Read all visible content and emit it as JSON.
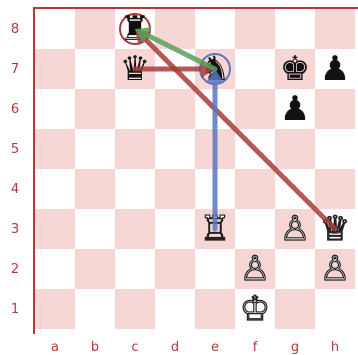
{
  "board": {
    "ranks": [
      "8",
      "7",
      "6",
      "5",
      "4",
      "3",
      "2",
      "1"
    ],
    "files": [
      "a",
      "b",
      "c",
      "d",
      "e",
      "f",
      "g",
      "h"
    ],
    "orientation": "white-bottom",
    "colors": {
      "light": "#ffffff",
      "dark": "#f7d6d6",
      "label": "#b23a3a"
    }
  },
  "pieces": [
    {
      "square": "c8",
      "glyph": "♜",
      "color": "black",
      "name": "black-rook-c8"
    },
    {
      "square": "c7",
      "glyph": "♛",
      "color": "black",
      "name": "black-queen-c7"
    },
    {
      "square": "e7",
      "glyph": "♞",
      "color": "black",
      "name": "black-knight-e7"
    },
    {
      "square": "g7",
      "glyph": "♚",
      "color": "black",
      "name": "black-king-g7"
    },
    {
      "square": "h7",
      "glyph": "♟",
      "color": "black",
      "name": "black-pawn-h7"
    },
    {
      "square": "g6",
      "glyph": "♟",
      "color": "black",
      "name": "black-pawn-g6"
    },
    {
      "square": "e3",
      "glyph": "♖",
      "color": "white",
      "name": "white-rook-e3"
    },
    {
      "square": "g3",
      "glyph": "♙",
      "color": "white",
      "name": "white-pawn-g3"
    },
    {
      "square": "h3",
      "glyph": "♕",
      "color": "white",
      "name": "white-queen-h3"
    },
    {
      "square": "f2",
      "glyph": "♙",
      "color": "white",
      "name": "white-pawn-f2"
    },
    {
      "square": "h2",
      "glyph": "♙",
      "color": "white",
      "name": "white-pawn-h2"
    },
    {
      "square": "f1",
      "glyph": "♔",
      "color": "white",
      "name": "white-king-f1"
    }
  ],
  "arrows": [
    {
      "from": "h3",
      "to": "c8",
      "color": "#a83c3c",
      "name": "arrow-h3-c8"
    },
    {
      "from": "c7",
      "to": "e7",
      "color": "#a83c3c",
      "name": "arrow-c7-e7"
    },
    {
      "from": "e7",
      "to": "c8",
      "color": "#5aa05a",
      "name": "arrow-e7-c8"
    },
    {
      "from": "e3",
      "to": "e7",
      "color": "#5a78c0",
      "name": "arrow-e3-e7"
    }
  ],
  "highlights": [
    {
      "square": "c8",
      "color": "#a83c3c",
      "name": "highlight-ring-c8"
    },
    {
      "square": "e7",
      "color": "#5a78c0",
      "name": "highlight-ring-e7"
    }
  ]
}
